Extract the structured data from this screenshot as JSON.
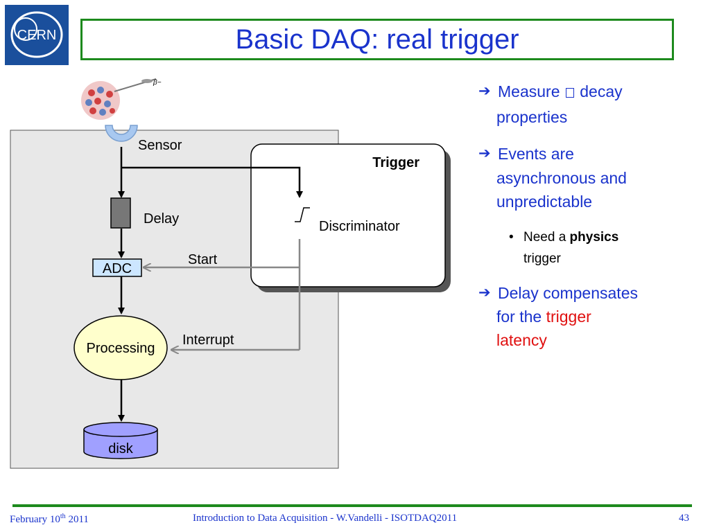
{
  "logo": {
    "text": "CERN"
  },
  "title": "Basic DAQ: real trigger",
  "diagram": {
    "sensor": "Sensor",
    "delay": "Delay",
    "adc": "ADC",
    "start": "Start",
    "processing": "Processing",
    "interrupt": "Interrupt",
    "disk": "disk",
    "trigger": "Trigger",
    "discriminator": "Discriminator",
    "beta": "β−"
  },
  "bullets": {
    "b1_line1_pre": "Measure",
    "b1_line1_post": "decay",
    "b1_line2": "properties",
    "b2_line1": "Events are",
    "b2_line2": "asynchronous and",
    "b2_line3": "unpredictable",
    "sub_pre": "Need a ",
    "sub_bold": "physics",
    "sub_line2": "trigger",
    "b3_line1": "Delay compensates",
    "b3_line2_pre": "for the ",
    "b3_line2_red": "trigger",
    "b3_line3_red": "latency"
  },
  "footer": {
    "date_pre": "February 10",
    "date_sup": "th",
    "date_post": " 2011",
    "center": "Introduction to Data Acquisition - W.Vandelli - ISOTDAQ2011",
    "page": "43"
  }
}
